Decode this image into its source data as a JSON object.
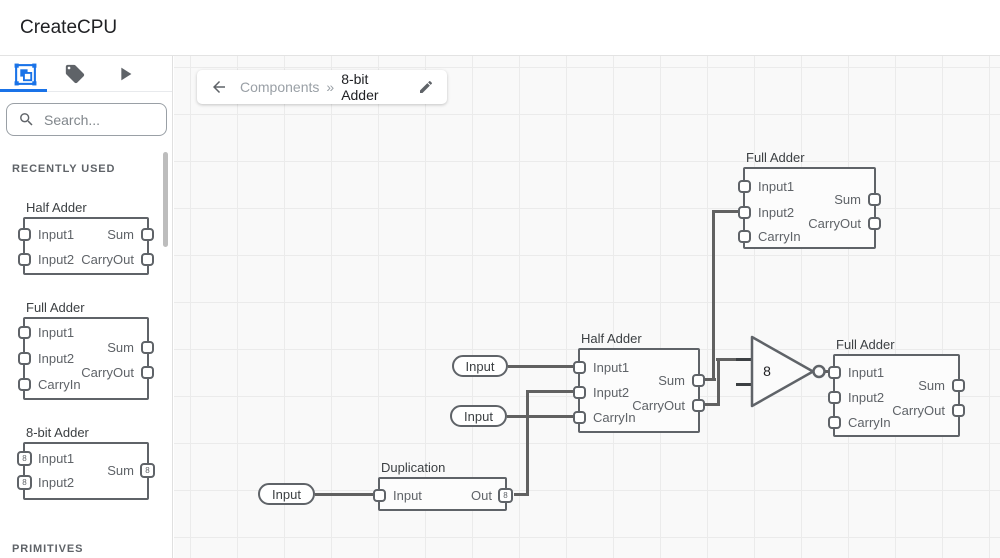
{
  "app": {
    "title": "CreateCPU"
  },
  "sidebar": {
    "tabs": [
      {
        "id": "components",
        "icon": "components-icon",
        "active": true
      },
      {
        "id": "tags",
        "icon": "tag-icon",
        "active": false
      },
      {
        "id": "simulate",
        "icon": "play-icon",
        "active": false
      }
    ],
    "search": {
      "placeholder": "Search..."
    },
    "sections": {
      "recent": "RECENTLY USED",
      "primitives": "PRIMITIVES"
    },
    "items": [
      {
        "title": "Half Adder",
        "inputs": [
          "Input1",
          "Input2"
        ],
        "outputs": [
          "Sum",
          "CarryOut"
        ]
      },
      {
        "title": "Full Adder",
        "inputs": [
          "Input1",
          "Input2",
          "CarryIn"
        ],
        "outputs": [
          "Sum",
          "CarryOut"
        ]
      },
      {
        "title": "8-bit Adder",
        "inputs": [
          "Input1",
          "Input2"
        ],
        "outputs": [
          "Sum"
        ],
        "bus": "8"
      }
    ]
  },
  "breadcrumb": {
    "parent": "Components",
    "separator": "»",
    "current": "8-bit Adder"
  },
  "canvas": {
    "nodes": {
      "full_adder_top": {
        "title": "Full Adder",
        "inputs": [
          "Input1",
          "Input2",
          "CarryIn"
        ],
        "outputs": [
          "Sum",
          "CarryOut"
        ]
      },
      "half_adder": {
        "title": "Half Adder",
        "inputs": [
          "Input1",
          "Input2",
          "CarryIn"
        ],
        "outputs": [
          "Sum",
          "CarryOut"
        ]
      },
      "full_adder_right": {
        "title": "Full Adder",
        "inputs": [
          "Input1",
          "Input2",
          "CarryIn"
        ],
        "outputs": [
          "Sum",
          "CarryOut"
        ]
      },
      "duplication": {
        "title": "Duplication",
        "inputs": [
          "Input"
        ],
        "outputs": [
          "Out"
        ],
        "bus": "8"
      },
      "not_gate": {
        "label": "8"
      },
      "input_pills": [
        "Input",
        "Input",
        "Input"
      ]
    }
  },
  "colors": {
    "accent": "#1a73e8",
    "wire": "#616161",
    "node_stroke": "#5f6368"
  }
}
